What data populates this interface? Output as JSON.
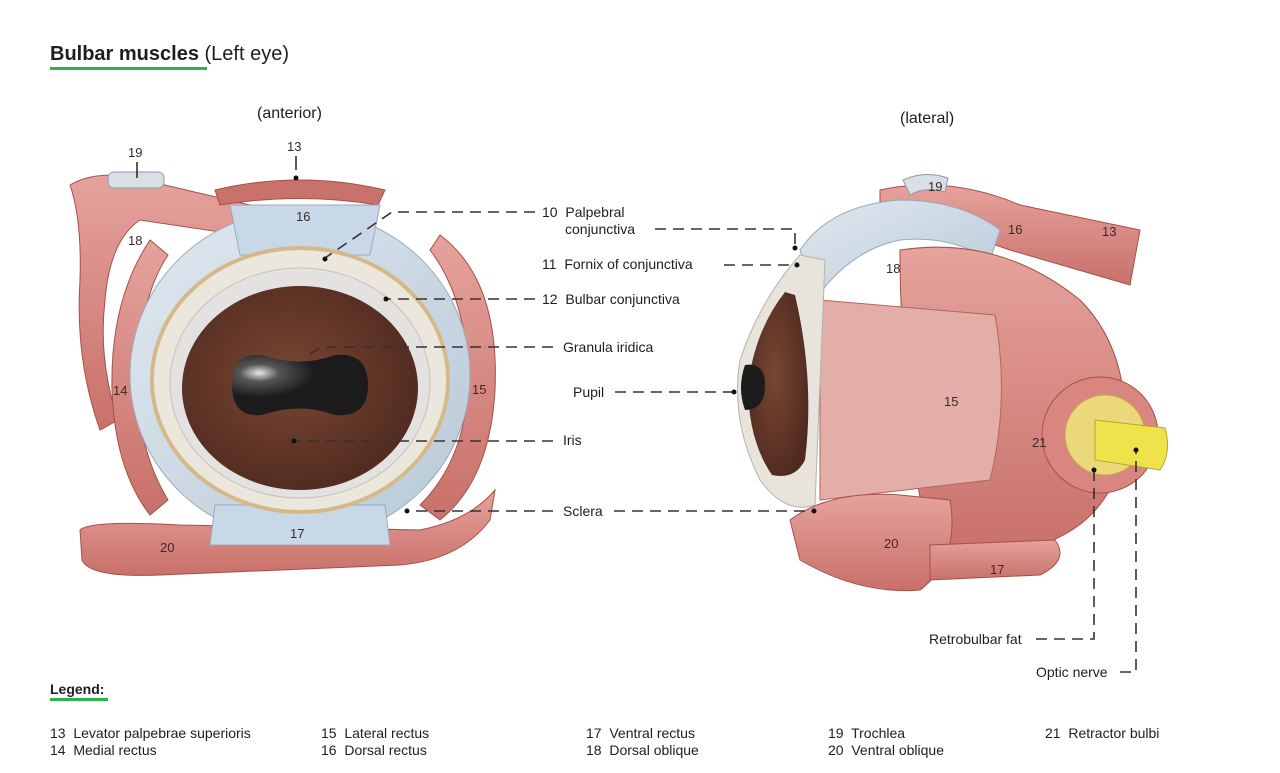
{
  "title": {
    "bold": "Bulbar muscles",
    "rest": " (Left eye)"
  },
  "views": {
    "anterior": "(anterior)",
    "lateral": "(lateral)"
  },
  "numbers": {
    "ant_19": "19",
    "ant_13": "13",
    "ant_16": "16",
    "ant_18": "18",
    "ant_14": "14",
    "ant_15": "15",
    "ant_17": "17",
    "ant_20": "20",
    "lat_19": "19",
    "lat_16": "16",
    "lat_13": "13",
    "lat_18": "18",
    "lat_15": "15",
    "lat_21": "21",
    "lat_20": "20",
    "lat_17": "17"
  },
  "labels": {
    "palpebral_1": "10  Palpebral",
    "palpebral_2": "conjunctiva",
    "fornix": "11  Fornix of conjunctiva",
    "bulbar": "12  Bulbar conjunctiva",
    "granula": "Granula iridica",
    "pupil": "Pupil",
    "iris": "Iris",
    "sclera": "Sclera",
    "retrobulbar": "Retrobulbar fat",
    "optic": "Optic nerve"
  },
  "legend": {
    "title": "Legend:",
    "items": [
      "13  Levator palpebrae superioris",
      "14  Medial rectus",
      "15  Lateral rectus",
      "16  Dorsal rectus",
      "17  Ventral rectus",
      "18  Dorsal oblique",
      "19  Trochlea",
      "20  Ventral oblique",
      "21  Retractor bulbi"
    ]
  },
  "colors": {
    "accent_underline": "#2cb34a",
    "muscle": "#d98b86",
    "muscle_dark": "#b8564f",
    "fascia": "#cfdbe6",
    "sclera": "#e8e4dc",
    "iris": "#6a3b2b",
    "pupil": "#1c1c1c",
    "optic_nerve": "#eee34a",
    "fat": "#ead87a"
  }
}
